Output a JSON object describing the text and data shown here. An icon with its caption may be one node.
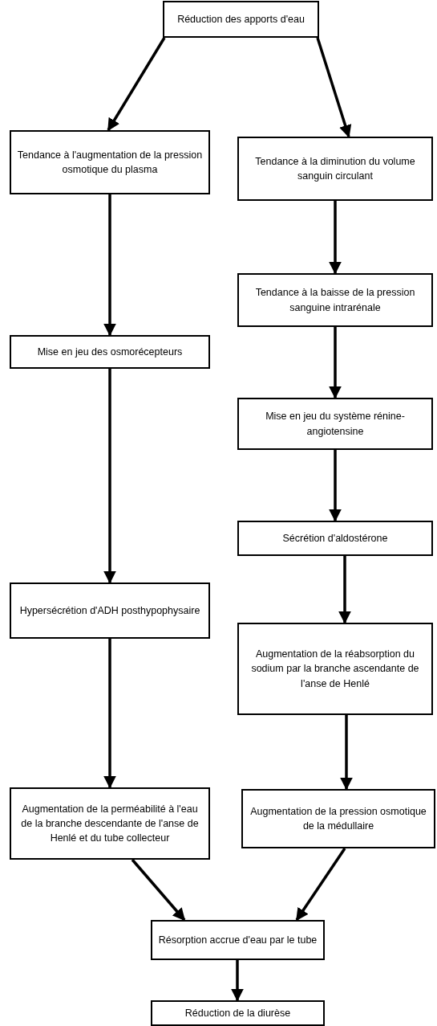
{
  "diagram": {
    "nodes": [
      {
        "text": [
          "Réduction des apports d'eau"
        ]
      },
      {
        "text": [
          "Tendance à l'augmentation de la pression osmotique du plasma"
        ]
      },
      {
        "text": [
          "Tendance à la diminution du volume sanguin circulant"
        ]
      },
      {
        "text": [
          "Tendance à la baisse de la pression sanguine intrarénale"
        ]
      },
      {
        "text": [
          "Mise en jeu des osmorécepteurs"
        ]
      },
      {
        "text": [
          "Mise en jeu du système rénine-angiotensine"
        ]
      },
      {
        "text": [
          "Sécrétion d'aldostérone"
        ]
      },
      {
        "text": [
          "Hypersécrétion d'ADH posthypophysaire"
        ]
      },
      {
        "text": [
          "Augmentation de la réabsorption du sodium par la branche ascendante de l'anse de Henlé"
        ]
      },
      {
        "text": [
          "Augmentation de la perméabilité à l'eau de la branche descendante de l'anse de Henlé et du tube collecteur"
        ]
      },
      {
        "text": [
          "Augmentation de la pression osmotique de la médullaire"
        ]
      },
      {
        "text": [
          "Résorption accrue d'eau par le tube"
        ]
      },
      {
        "text": [
          "Réduction de la diurèse"
        ]
      }
    ],
    "edges": [
      {
        "from": 0,
        "to": 1,
        "arrow": "to"
      },
      {
        "from": 0,
        "to": 2,
        "arrow": "to"
      },
      {
        "from": 1,
        "to": 4,
        "arrow": "to"
      },
      {
        "from": 2,
        "to": 3,
        "arrow": "to"
      },
      {
        "from": 3,
        "to": 5,
        "arrow": "to"
      },
      {
        "from": 5,
        "to": 6,
        "arrow": "to"
      },
      {
        "from": 4,
        "to": 7,
        "arrow": "to"
      },
      {
        "from": 6,
        "to": 8,
        "arrow": "to"
      },
      {
        "from": 7,
        "to": 9,
        "arrow": "to"
      },
      {
        "from": 8,
        "to": 10,
        "arrow": "to"
      },
      {
        "from": 9,
        "to": 11,
        "arrow": "to"
      },
      {
        "from": 10,
        "to": 11,
        "arrow": "to"
      },
      {
        "from": 11,
        "to": 12,
        "arrow": "to"
      }
    ]
  }
}
